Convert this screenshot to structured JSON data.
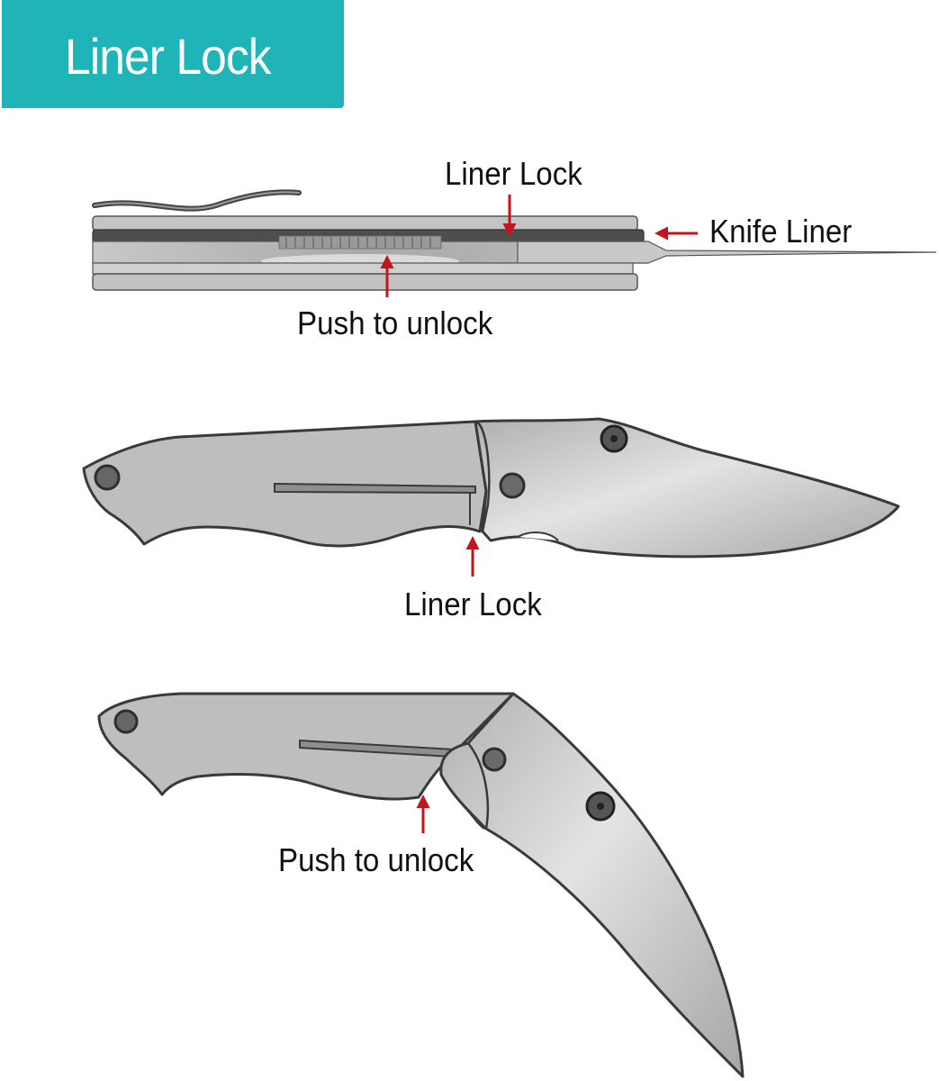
{
  "title": "Liner Lock",
  "colors": {
    "banner": "#1fb5b8",
    "arrow": "#c0161c",
    "steel": "#b9b9b9",
    "outline": "#3a3a3a"
  },
  "labels": {
    "top_liner_lock": "Liner Lock",
    "knife_liner": "Knife Liner",
    "top_push": "Push to unlock",
    "middle_liner_lock": "Liner Lock",
    "bottom_push": "Push to unlock"
  },
  "icons": {
    "arrow": "red-arrow-icon",
    "pivot": "pivot-screw-icon"
  }
}
